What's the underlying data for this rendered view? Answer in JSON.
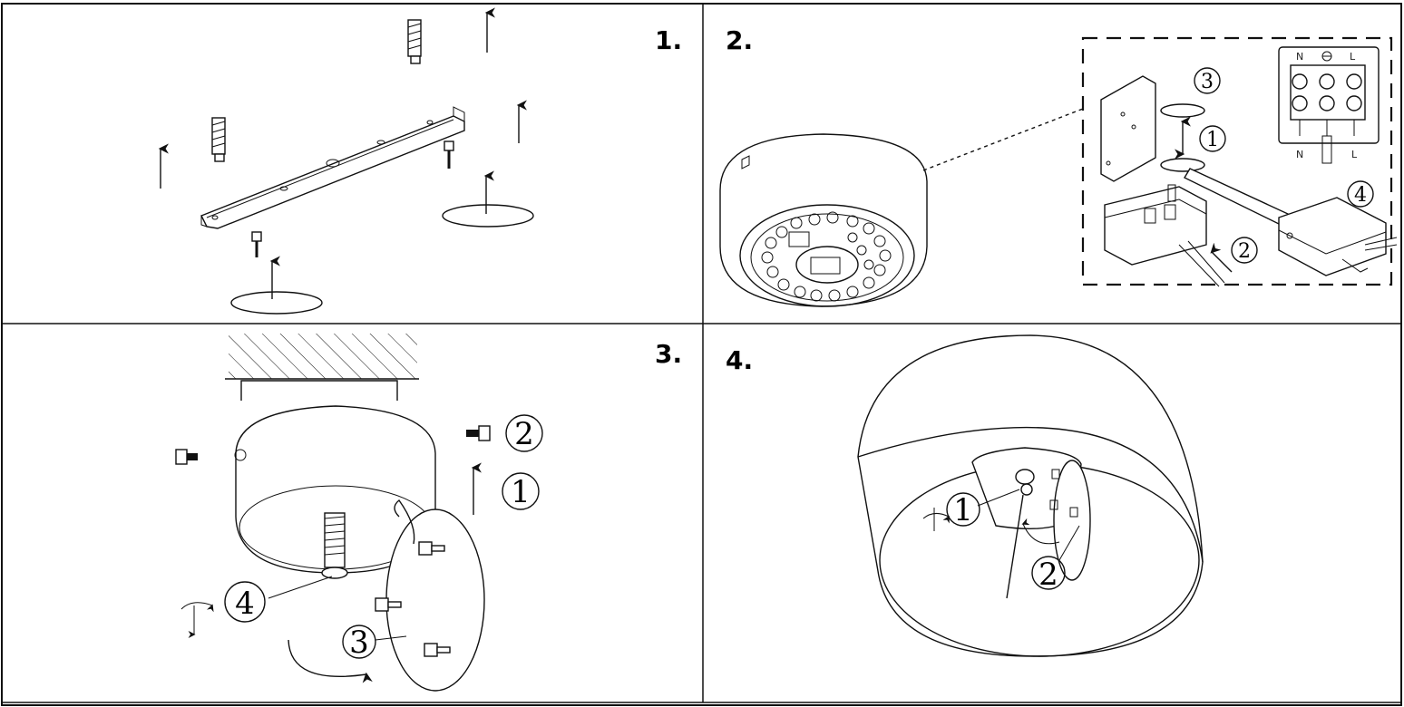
{
  "steps": [
    {
      "number": "1."
    },
    {
      "number": "2."
    },
    {
      "number": "3."
    },
    {
      "number": "4."
    }
  ],
  "step2": {
    "terminal_labels": [
      "N",
      "L",
      "N",
      "L"
    ],
    "callouts": [
      "3",
      "1",
      "4",
      "2"
    ]
  },
  "step3": {
    "callouts": [
      "2",
      "1",
      "4",
      "3"
    ]
  },
  "step4": {
    "callouts": [
      "1",
      "2"
    ]
  },
  "icons": {
    "arrow": "up-arrow-icon",
    "ground": "ground-symbol-icon",
    "rotate": "rotate-arrow-icon"
  }
}
